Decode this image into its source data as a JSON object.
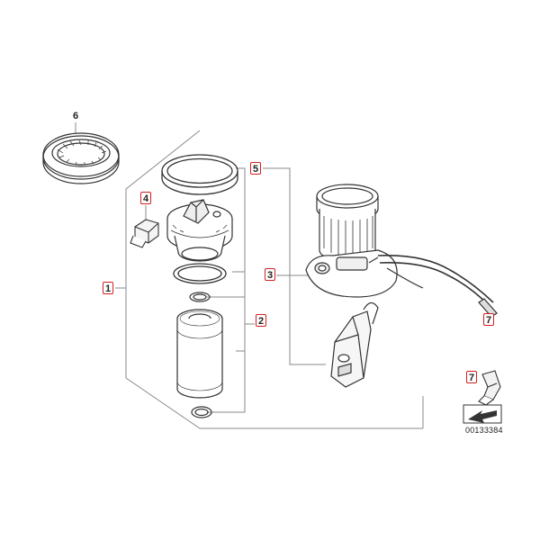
{
  "diagram": {
    "callouts": [
      {
        "id": "c1",
        "label": "1",
        "style": "boxed"
      },
      {
        "id": "c2",
        "label": "2",
        "style": "boxed"
      },
      {
        "id": "c3",
        "label": "3",
        "style": "boxed"
      },
      {
        "id": "c4",
        "label": "4",
        "style": "boxed"
      },
      {
        "id": "c5",
        "label": "5",
        "style": "boxed"
      },
      {
        "id": "c6",
        "label": "6",
        "style": "plain"
      },
      {
        "id": "c7a",
        "label": "7",
        "style": "boxed"
      },
      {
        "id": "c7b",
        "label": "7",
        "style": "boxed"
      }
    ],
    "reference_code": "00133384",
    "colors": {
      "callout_border": "#d21f1f",
      "line": "#888888",
      "part": "#333333"
    }
  }
}
